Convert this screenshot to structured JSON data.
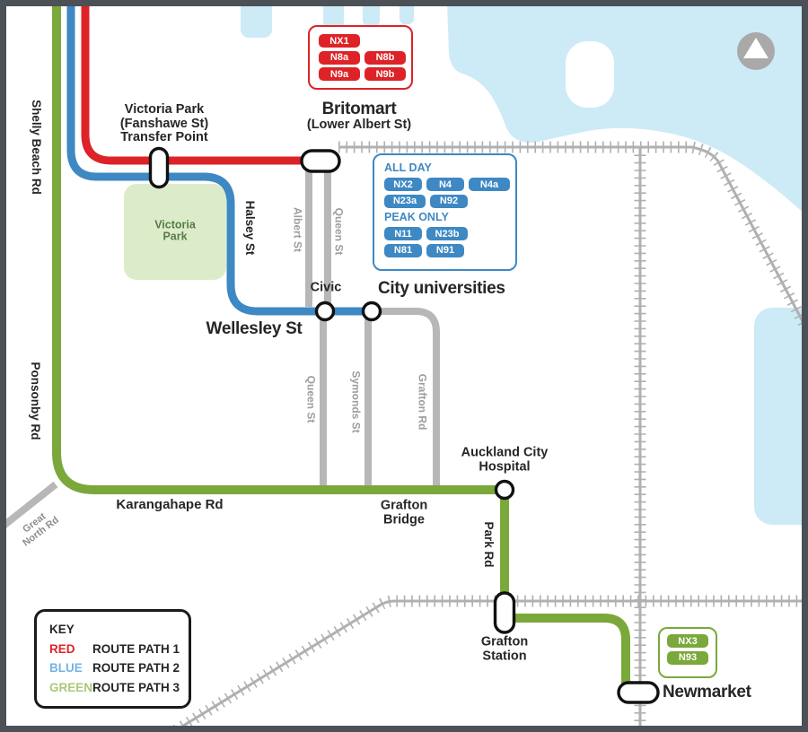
{
  "colors": {
    "route_red": "#dd2327",
    "route_blue": "#3e88c3",
    "route_green": "#7aa83b",
    "water": "#cdeaf7",
    "park": "#dcecca",
    "road_gray": "#b7b7b7",
    "rail_gray": "#b0b0b0",
    "frame": "#4b5156",
    "legend_blue_text": "#74b3e2",
    "legend_green_text": "#abc878"
  },
  "icons": {
    "north_arrow": "north-arrow"
  },
  "labels": {
    "shelly_beach_rd": "Shelly Beach Rd",
    "ponsonby_rd": "Ponsonby Rd",
    "great_north_line1": "Great",
    "great_north_line2": "North Rd",
    "victoria_tp_line1": "Victoria Park",
    "victoria_tp_line2": "(Fanshawe St)",
    "victoria_tp_line3": "Transfer Point",
    "victoria_park_line1": "Victoria",
    "victoria_park_line2": "Park",
    "halsey_st": "Halsey St",
    "britomart_line1": "Britomart",
    "britomart_line2": "(Lower Albert St)",
    "albert_st": "Albert St",
    "queen_st_upper": "Queen St",
    "civic": "Civic",
    "city_universities": "City universities",
    "wellesley_st": "Wellesley St",
    "queen_st_lower": "Queen St",
    "symonds_st": "Symonds St",
    "grafton_rd": "Grafton Rd",
    "karangahape_rd": "Karangahape Rd",
    "grafton_bridge_line1": "Grafton",
    "grafton_bridge_line2": "Bridge",
    "hospital_line1": "Auckland City",
    "hospital_line2": "Hospital",
    "park_rd": "Park Rd",
    "grafton_station_line1": "Grafton",
    "grafton_station_line2": "Station",
    "newmarket": "Newmarket"
  },
  "route_boxes": {
    "britomart": {
      "badges": [
        "NX1",
        "N8a",
        "N8b",
        "N9a",
        "N9b"
      ]
    },
    "city_universities": {
      "all_day_heading": "ALL DAY",
      "all_day_badges": [
        "NX2",
        "N4",
        "N4a",
        "N23a",
        "N92"
      ],
      "peak_heading": "PEAK ONLY",
      "peak_badges": [
        "N11",
        "N23b",
        "N81",
        "N91"
      ]
    },
    "newmarket": {
      "badges": [
        "NX3",
        "N93"
      ]
    }
  },
  "legend": {
    "title": "KEY",
    "rows": [
      {
        "name": "RED",
        "label": "ROUTE PATH 1"
      },
      {
        "name": "BLUE",
        "label": "ROUTE PATH 2"
      },
      {
        "name": "GREEN",
        "label": "ROUTE PATH 3"
      }
    ]
  }
}
